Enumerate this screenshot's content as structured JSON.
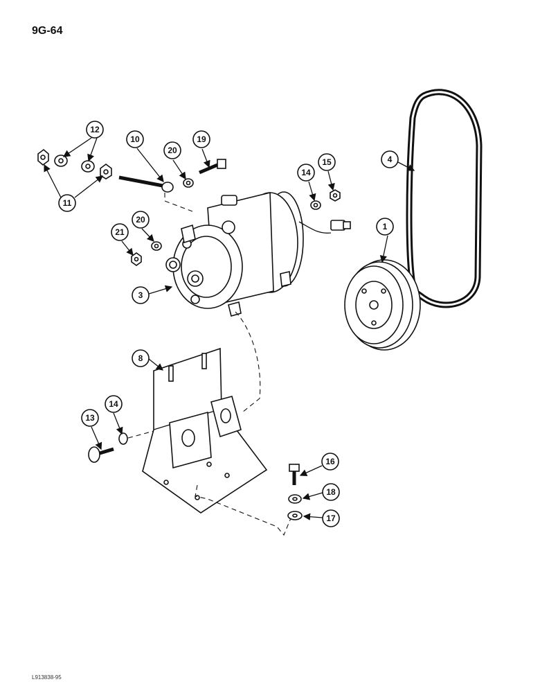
{
  "page_number": "9G-64",
  "figure_code": "L913838-95",
  "callouts": [
    "1",
    "3",
    "4",
    "8",
    "10",
    "11",
    "12",
    "13",
    "14",
    "14",
    "15",
    "16",
    "17",
    "18",
    "19",
    "20",
    "20",
    "21"
  ]
}
